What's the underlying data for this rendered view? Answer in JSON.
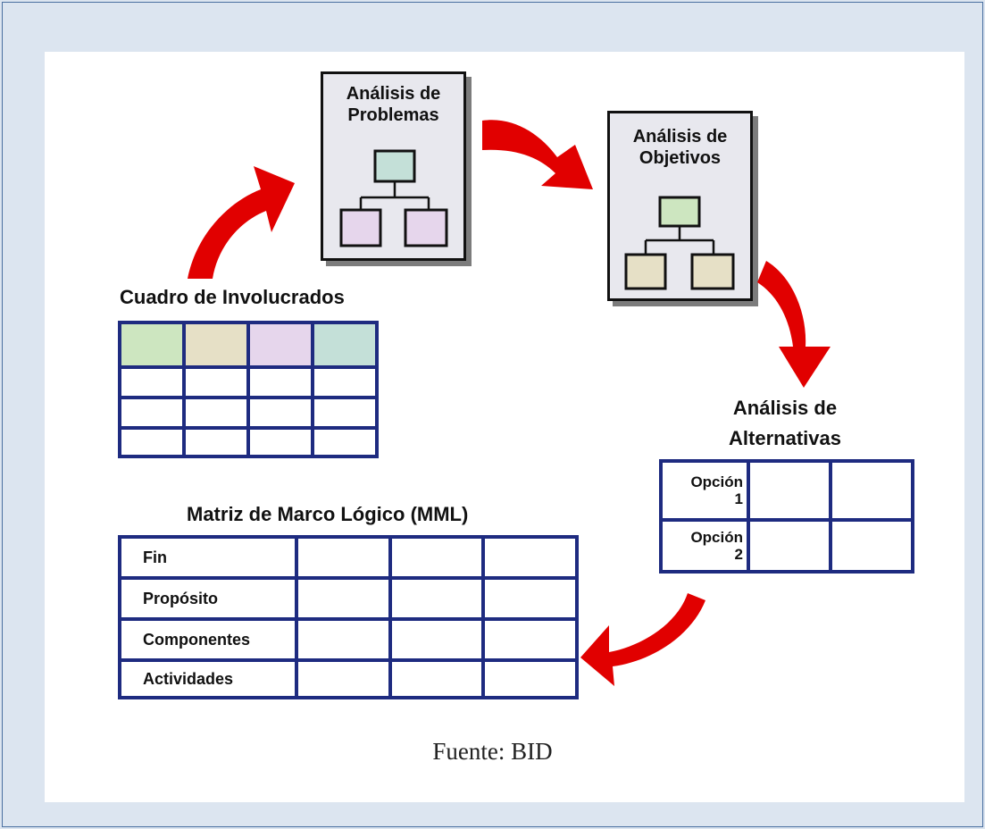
{
  "problems": {
    "title_line1": "Análisis de",
    "title_line2": "Problemas"
  },
  "objectives": {
    "title_line1": "Análisis de",
    "title_line2": "Objetivos"
  },
  "stakeholders": {
    "title": "Cuadro de Involucrados"
  },
  "alternatives": {
    "title_line1": "Análisis de",
    "title_line2": "Alternativas",
    "options": [
      {
        "line1": "Opción",
        "line2": "1"
      },
      {
        "line1": "Opción",
        "line2": "2"
      }
    ]
  },
  "logframe": {
    "title": "Matriz de Marco Lógico (MML)",
    "rows": [
      "Fin",
      "Propósito",
      "Componentes",
      "Actividades"
    ]
  },
  "source": "Fuente: BID",
  "colors": {
    "arrow": "#e10000",
    "grid_border": "#1e2b80",
    "box_fill": "#e8e8ee",
    "green": "#cde6c0",
    "tan": "#e6e0c6",
    "lilac": "#e6d6ec",
    "teal": "#c4e0d8"
  }
}
